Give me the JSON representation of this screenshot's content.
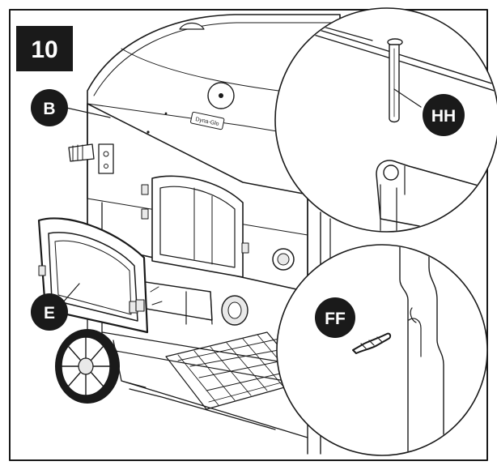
{
  "step": {
    "number": "10"
  },
  "grill": {
    "brand_badge": "Dyna-Glo"
  },
  "parts": [
    {
      "id": "B",
      "label": "B"
    },
    {
      "id": "E",
      "label": "E"
    },
    {
      "id": "HH",
      "label": "HH"
    },
    {
      "id": "FF",
      "label": "FF"
    }
  ],
  "colors": {
    "ink": "#1a1a1a",
    "paper": "#ffffff",
    "label_fill": "#1a1a1a",
    "label_text": "#ffffff"
  }
}
